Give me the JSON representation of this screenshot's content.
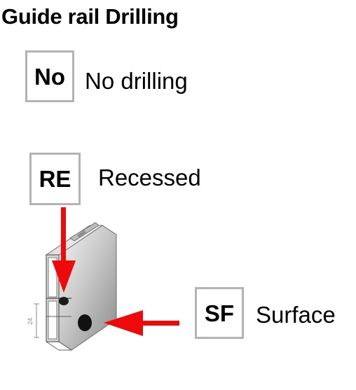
{
  "title": "Guide rail Drilling",
  "options": [
    {
      "code": "No",
      "label": "No drilling"
    },
    {
      "code": "RE",
      "label": "Recessed"
    },
    {
      "code": "SF",
      "label": "Surface"
    }
  ],
  "illustration": {
    "dimension_label": "24",
    "colors": {
      "arrow": "#ee0a0a",
      "box_border": "#b3b3b3",
      "rail_metal": "#c8c8c8"
    }
  }
}
